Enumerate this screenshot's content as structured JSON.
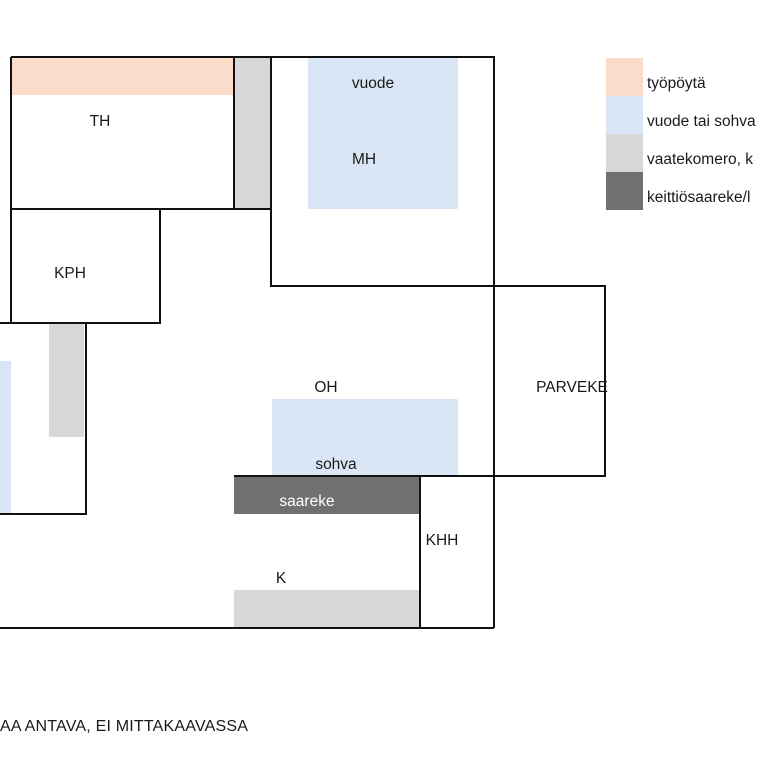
{
  "colors": {
    "desk": "#fbdccb",
    "bed": "#dae6f5",
    "wardrobe": "#d8d8d8",
    "island": "#707070",
    "wall": "#111111"
  },
  "rooms": {
    "th": "TH",
    "mh": "MH",
    "kph": "KPH",
    "oh": "OH",
    "parveke": "PARVEKE",
    "khh": "KHH",
    "k": "K"
  },
  "furniture": {
    "bed": "vuode",
    "sofa": "sohva",
    "island": "saareke"
  },
  "legend": {
    "items": [
      {
        "label": "työpöytä",
        "color": "#fbdccb"
      },
      {
        "label": "vuode tai sohva",
        "color": "#dae6f5"
      },
      {
        "label": "vaatekomero, k",
        "color": "#d8d8d8"
      },
      {
        "label": "keittiösaareke/l",
        "color": "#707070"
      }
    ]
  },
  "footer": {
    "text": "AA ANTAVA, EI MITTAKAAVASSA"
  }
}
